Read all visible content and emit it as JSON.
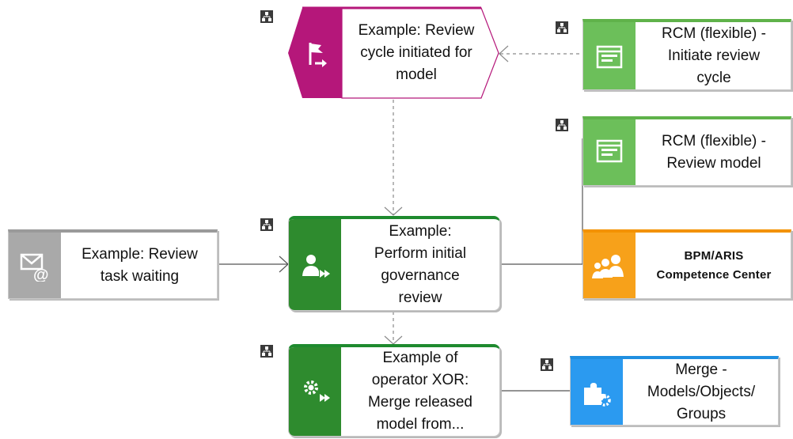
{
  "diagram": {
    "event_review_cycle": {
      "label": "Example: Review\ncycle initiated for\nmodel",
      "icon": "flag-arrow-icon"
    },
    "rcm_initiate": {
      "label": "RCM (flexible) -\nInitiate review\ncycle",
      "icon": "window-form-icon"
    },
    "rcm_review_model": {
      "label": "RCM (flexible) -\nReview model",
      "icon": "window-form-icon"
    },
    "review_task_waiting": {
      "label": "Example: Review\ntask waiting",
      "icon": "mail-at-icon"
    },
    "initial_review": {
      "label": "Example:\nPerform initial\ngovernance\nreview",
      "icon": "person-play-icon"
    },
    "competence_center": {
      "label": "BPM/ARIS\nCompetence Center",
      "icon": "group-people-icon"
    },
    "operator_xor": {
      "label": "Example of\noperator XOR:\nMerge released\nmodel from...",
      "icon": "gear-play-icon"
    },
    "merge_models": {
      "label": "Merge -\nModels/Objects/\nGroups",
      "icon": "puzzle-gear-icon"
    }
  },
  "colors": {
    "event": "#b5177a",
    "process_green": "#2e8b2e",
    "system_green": "#6cbf5a",
    "org_orange": "#f7a11a",
    "service_blue": "#2b9af0",
    "message_grey": "#a9a9a9",
    "hierarchy_marker": "#3a3a3a"
  }
}
